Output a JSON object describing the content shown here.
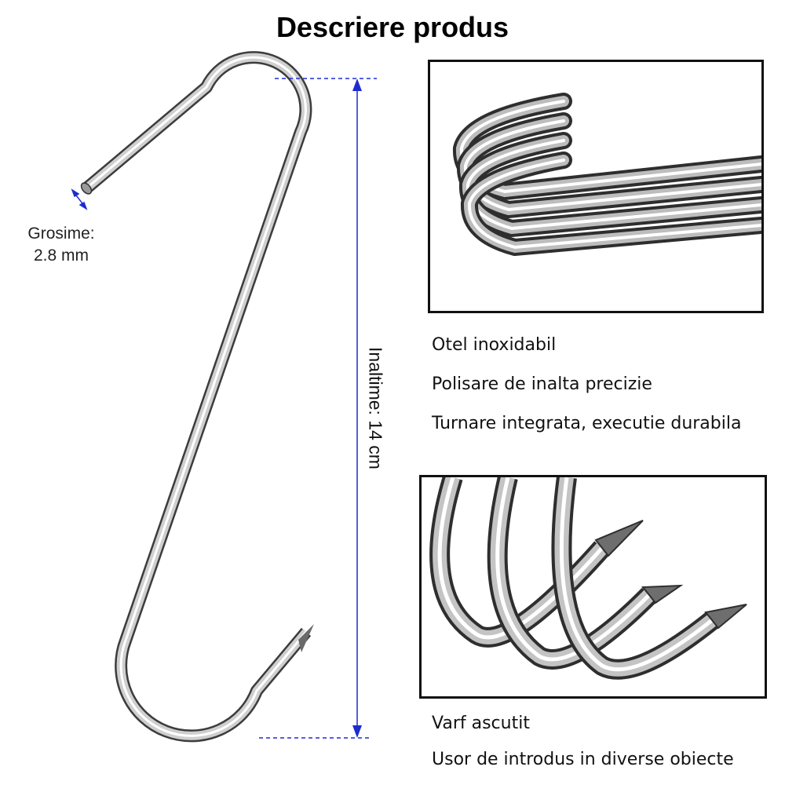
{
  "title": "Descriere produs",
  "thickness": {
    "label": "Grosime:",
    "value": "2.8 mm"
  },
  "height_label": "Inaltime: 14 cm",
  "features_top": [
    "Otel inoxidabil",
    "Polisare de inalta precizie",
    "Turnare integrata, executie durabila"
  ],
  "features_bottom": [
    "Varf ascutit",
    "Usor de introdus in diverse obiecte"
  ],
  "colors": {
    "dimension_line": "#1f2bd1",
    "steel_light": "#f4f4f4",
    "steel_dark": "#4a4a4a",
    "frame": "#111111"
  }
}
